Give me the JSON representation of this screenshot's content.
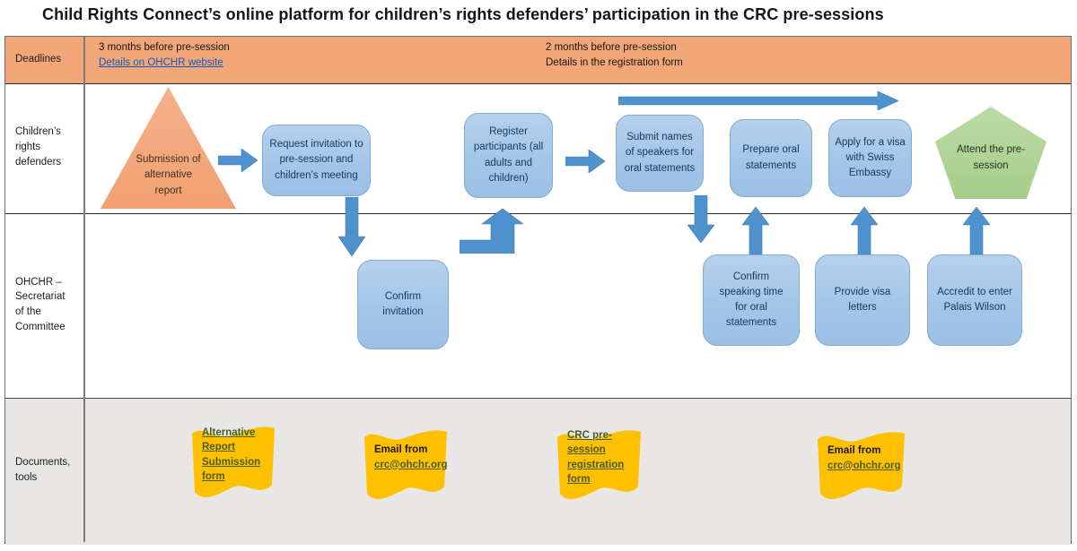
{
  "title": "Child Rights Connect’s online platform for children’s rights defenders’ participation in the CRC pre-sessions",
  "colors": {
    "deadline_row_orange": "#f3a778",
    "triangle_orange": "#f1a171",
    "process_box_blue": "#a3c6e8",
    "arrow_blue": "#4f93ce",
    "pentagon_green": "#a5cd89",
    "flag_yellow": "#ffc000",
    "documents_row_gray": "#e8e7e5",
    "link_blue": "#0b5bbe",
    "link_green_on_yellow": "#4a5d23"
  },
  "deadlines_row": {
    "label": "Deadlines",
    "first": {
      "text": "3 months before pre-session",
      "link": "Details on OHCHR website"
    },
    "second": {
      "text": "2 months before pre-session",
      "note": "Details in the registration form"
    }
  },
  "defenders_row": {
    "label": "Children’s rights defenders",
    "steps": [
      {
        "shape": "triangle",
        "text": "Submission of alternative report"
      },
      {
        "shape": "rounded-box",
        "text": "Request invitation to pre-session and children’s meeting"
      },
      {
        "shape": "rounded-box",
        "text": "Register participants (all adults and children)"
      },
      {
        "shape": "rounded-box",
        "text": "Submit names of speakers for oral statements"
      },
      {
        "shape": "rounded-box",
        "text": "Prepare oral statements"
      },
      {
        "shape": "rounded-box",
        "text": "Apply for a visa with Swiss Embassy"
      },
      {
        "shape": "pentagon",
        "text": "Attend the pre-session"
      }
    ]
  },
  "ohchr_row": {
    "label": "OHCHR – Secretariat of the Committee",
    "steps": [
      {
        "text": "Confirm invitation"
      },
      {
        "text": "Confirm speaking time for oral statements"
      },
      {
        "text": "Provide visa letters"
      },
      {
        "text": "Accredit to enter Palais Wilson"
      }
    ]
  },
  "documents_row": {
    "label": "Documents, tools",
    "items": [
      {
        "prefix": "",
        "link": "Alternative Report Submission form"
      },
      {
        "prefix": "Email from",
        "link": "crc@ohchr.org"
      },
      {
        "prefix": "",
        "link": "CRC pre-session registration form"
      },
      {
        "prefix": "Email from",
        "link": "crc@ohchr.org"
      }
    ]
  }
}
